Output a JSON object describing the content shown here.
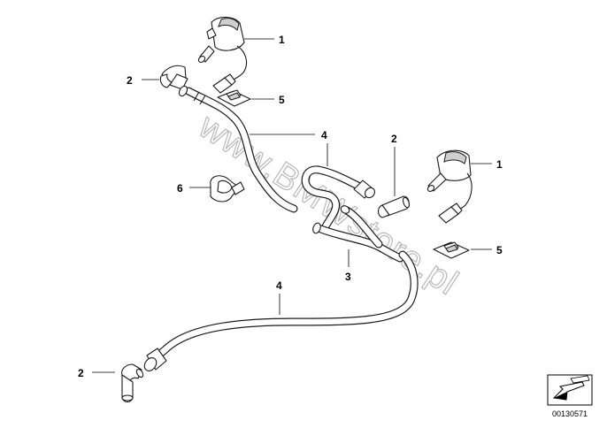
{
  "callouts": [
    {
      "id": "c1a",
      "label": "1"
    },
    {
      "id": "c1b",
      "label": "1"
    },
    {
      "id": "c2a",
      "label": "2"
    },
    {
      "id": "c2b",
      "label": "2"
    },
    {
      "id": "c2c",
      "label": "2"
    },
    {
      "id": "c3",
      "label": "3"
    },
    {
      "id": "c4a",
      "label": "4"
    },
    {
      "id": "c4b",
      "label": "4"
    },
    {
      "id": "c5a",
      "label": "5"
    },
    {
      "id": "c5b",
      "label": "5"
    },
    {
      "id": "c6",
      "label": "6"
    }
  ],
  "watermark": "www.BMWstore.pl",
  "reference_number": "00130571",
  "colors": {
    "line": "#1a1a1a",
    "watermark": "#b9b9b9",
    "background": "#ffffff"
  }
}
